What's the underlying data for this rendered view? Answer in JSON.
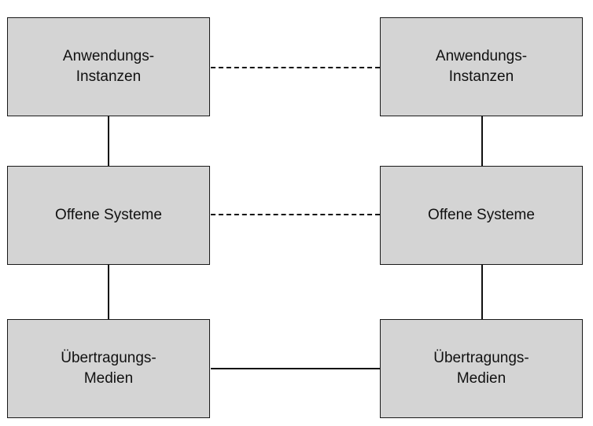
{
  "diagram": {
    "left_column": {
      "top": "Anwendungs-\nInstanzen",
      "middle": "Offene Systeme",
      "bottom": "Übertragungs-\nMedien"
    },
    "right_column": {
      "top": "Anwendungs-\nInstanzen",
      "middle": "Offene Systeme",
      "bottom": "Übertragungs-\nMedien"
    },
    "connections": {
      "top_row": "dashed",
      "middle_row": "dashed",
      "bottom_row": "solid",
      "vertical": "solid"
    },
    "colors": {
      "box_fill": "#d4d4d4",
      "line": "#111111",
      "background": "#ffffff"
    }
  }
}
